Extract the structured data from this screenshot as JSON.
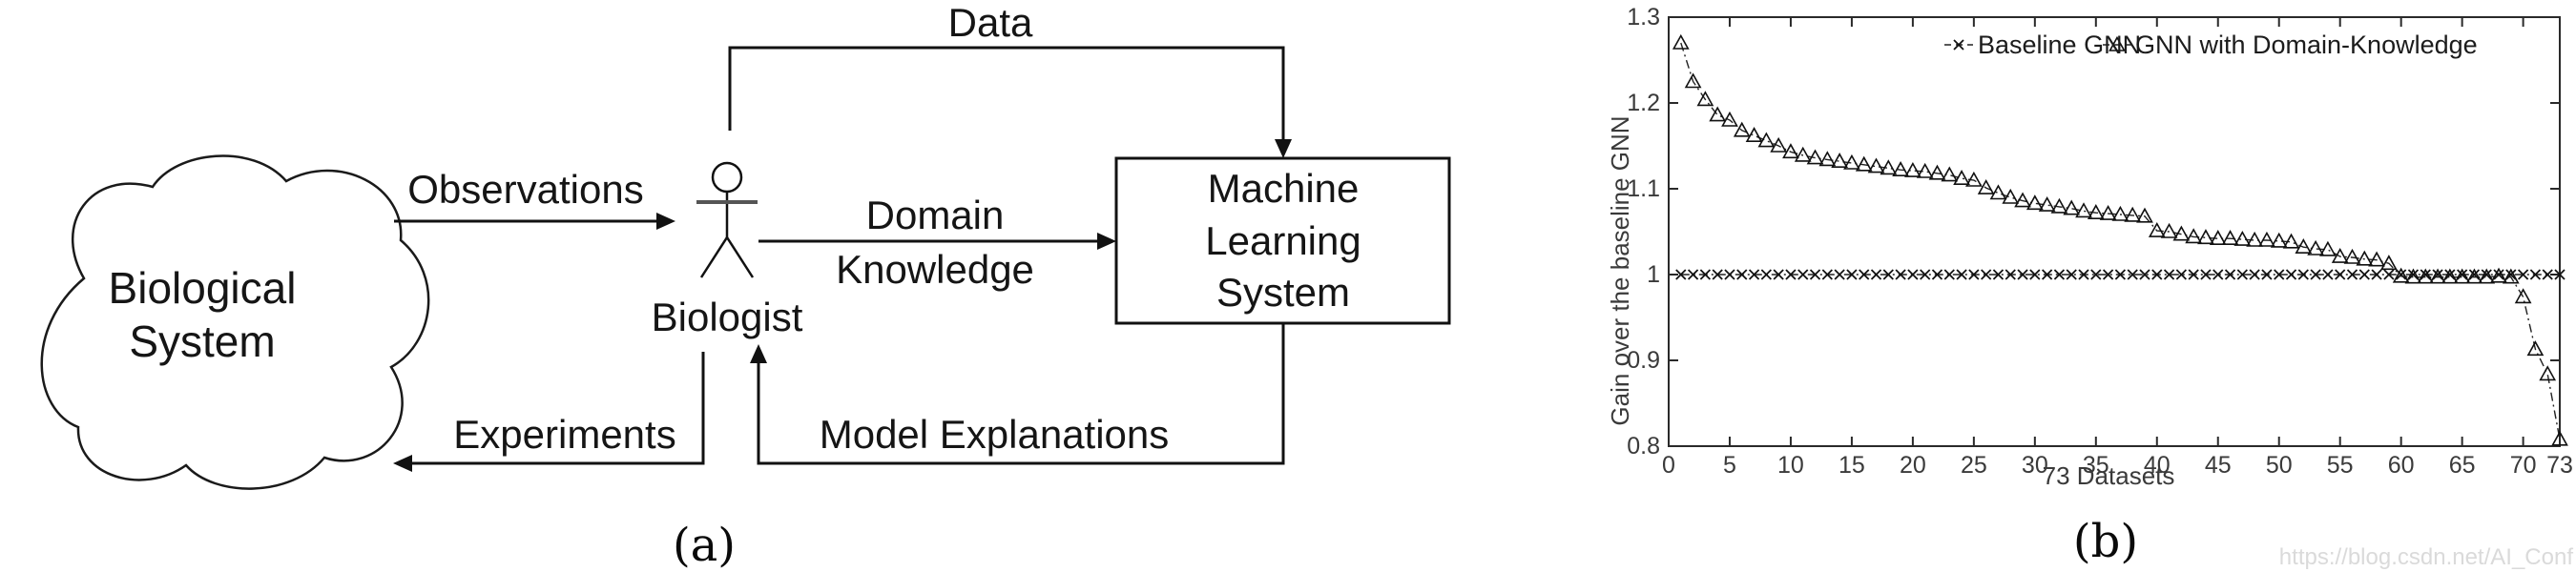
{
  "figure": {
    "panel_a": {
      "caption": "(a)",
      "cloud": {
        "line1": "Biological",
        "line2": "System"
      },
      "actor_label": "Biologist",
      "box": {
        "line1": "Machine",
        "line2": "Learning",
        "line3": "System"
      },
      "arrows": {
        "observations": "Observations",
        "data": "Data",
        "domain_knowledge_line1": "Domain",
        "domain_knowledge_line2": "Knowledge",
        "model_explanations": "Model Explanations",
        "experiments": "Experiments"
      }
    },
    "panel_b": {
      "caption": "(b)",
      "watermark": "https://blog.csdn.net/AI_Conf"
    }
  },
  "colors": {
    "ink": "#111111",
    "axis": "#2a2a2a",
    "tick_text": "#3a3a3a",
    "watermark": "#dadada"
  },
  "chart_data": {
    "type": "line",
    "title": "",
    "xlabel": "73 Datasets",
    "ylabel": "Gain over the baseline GNN",
    "xlim": [
      0,
      73
    ],
    "ylim": [
      0.8,
      1.3
    ],
    "x_ticks": [
      0,
      5,
      10,
      15,
      20,
      25,
      30,
      35,
      40,
      45,
      50,
      55,
      60,
      65,
      70,
      73
    ],
    "y_ticks": [
      0.8,
      0.9,
      1,
      1.1,
      1.2,
      1.3
    ],
    "grid": false,
    "legend_position": "top-center-inside",
    "x": [
      1,
      2,
      3,
      4,
      5,
      6,
      7,
      8,
      9,
      10,
      11,
      12,
      13,
      14,
      15,
      16,
      17,
      18,
      19,
      20,
      21,
      22,
      23,
      24,
      25,
      26,
      27,
      28,
      29,
      30,
      31,
      32,
      33,
      34,
      35,
      36,
      37,
      38,
      39,
      40,
      41,
      42,
      43,
      44,
      45,
      46,
      47,
      48,
      49,
      50,
      51,
      52,
      53,
      54,
      55,
      56,
      57,
      58,
      59,
      60,
      61,
      62,
      63,
      64,
      65,
      66,
      67,
      68,
      69,
      70,
      71,
      72,
      73
    ],
    "series": [
      {
        "name": "Baseline GNN",
        "marker": "x",
        "linestyle": "dash-dot",
        "values": [
          1,
          1,
          1,
          1,
          1,
          1,
          1,
          1,
          1,
          1,
          1,
          1,
          1,
          1,
          1,
          1,
          1,
          1,
          1,
          1,
          1,
          1,
          1,
          1,
          1,
          1,
          1,
          1,
          1,
          1,
          1,
          1,
          1,
          1,
          1,
          1,
          1,
          1,
          1,
          1,
          1,
          1,
          1,
          1,
          1,
          1,
          1,
          1,
          1,
          1,
          1,
          1,
          1,
          1,
          1,
          1,
          1,
          1,
          1,
          1,
          1,
          1,
          1,
          1,
          1,
          1,
          1,
          1,
          1,
          1,
          1,
          1,
          1
        ]
      },
      {
        "name": "GNN with Domain-Knowledge",
        "marker": "triangle",
        "linestyle": "dash-dot",
        "values": [
          1.27,
          1.225,
          1.204,
          1.186,
          1.18,
          1.168,
          1.162,
          1.156,
          1.15,
          1.143,
          1.139,
          1.136,
          1.134,
          1.132,
          1.13,
          1.128,
          1.126,
          1.124,
          1.122,
          1.121,
          1.12,
          1.118,
          1.116,
          1.112,
          1.11,
          1.101,
          1.095,
          1.09,
          1.086,
          1.083,
          1.081,
          1.079,
          1.077,
          1.074,
          1.072,
          1.071,
          1.07,
          1.069,
          1.068,
          1.051,
          1.05,
          1.047,
          1.044,
          1.043,
          1.042,
          1.042,
          1.041,
          1.04,
          1.04,
          1.039,
          1.038,
          1.032,
          1.03,
          1.029,
          1.021,
          1.02,
          1.018,
          1.017,
          1.013,
          0.998,
          0.997,
          0.997,
          0.997,
          0.997,
          0.997,
          0.997,
          0.997,
          0.998,
          0.997,
          0.974,
          0.913,
          0.884,
          0.808
        ]
      }
    ]
  }
}
